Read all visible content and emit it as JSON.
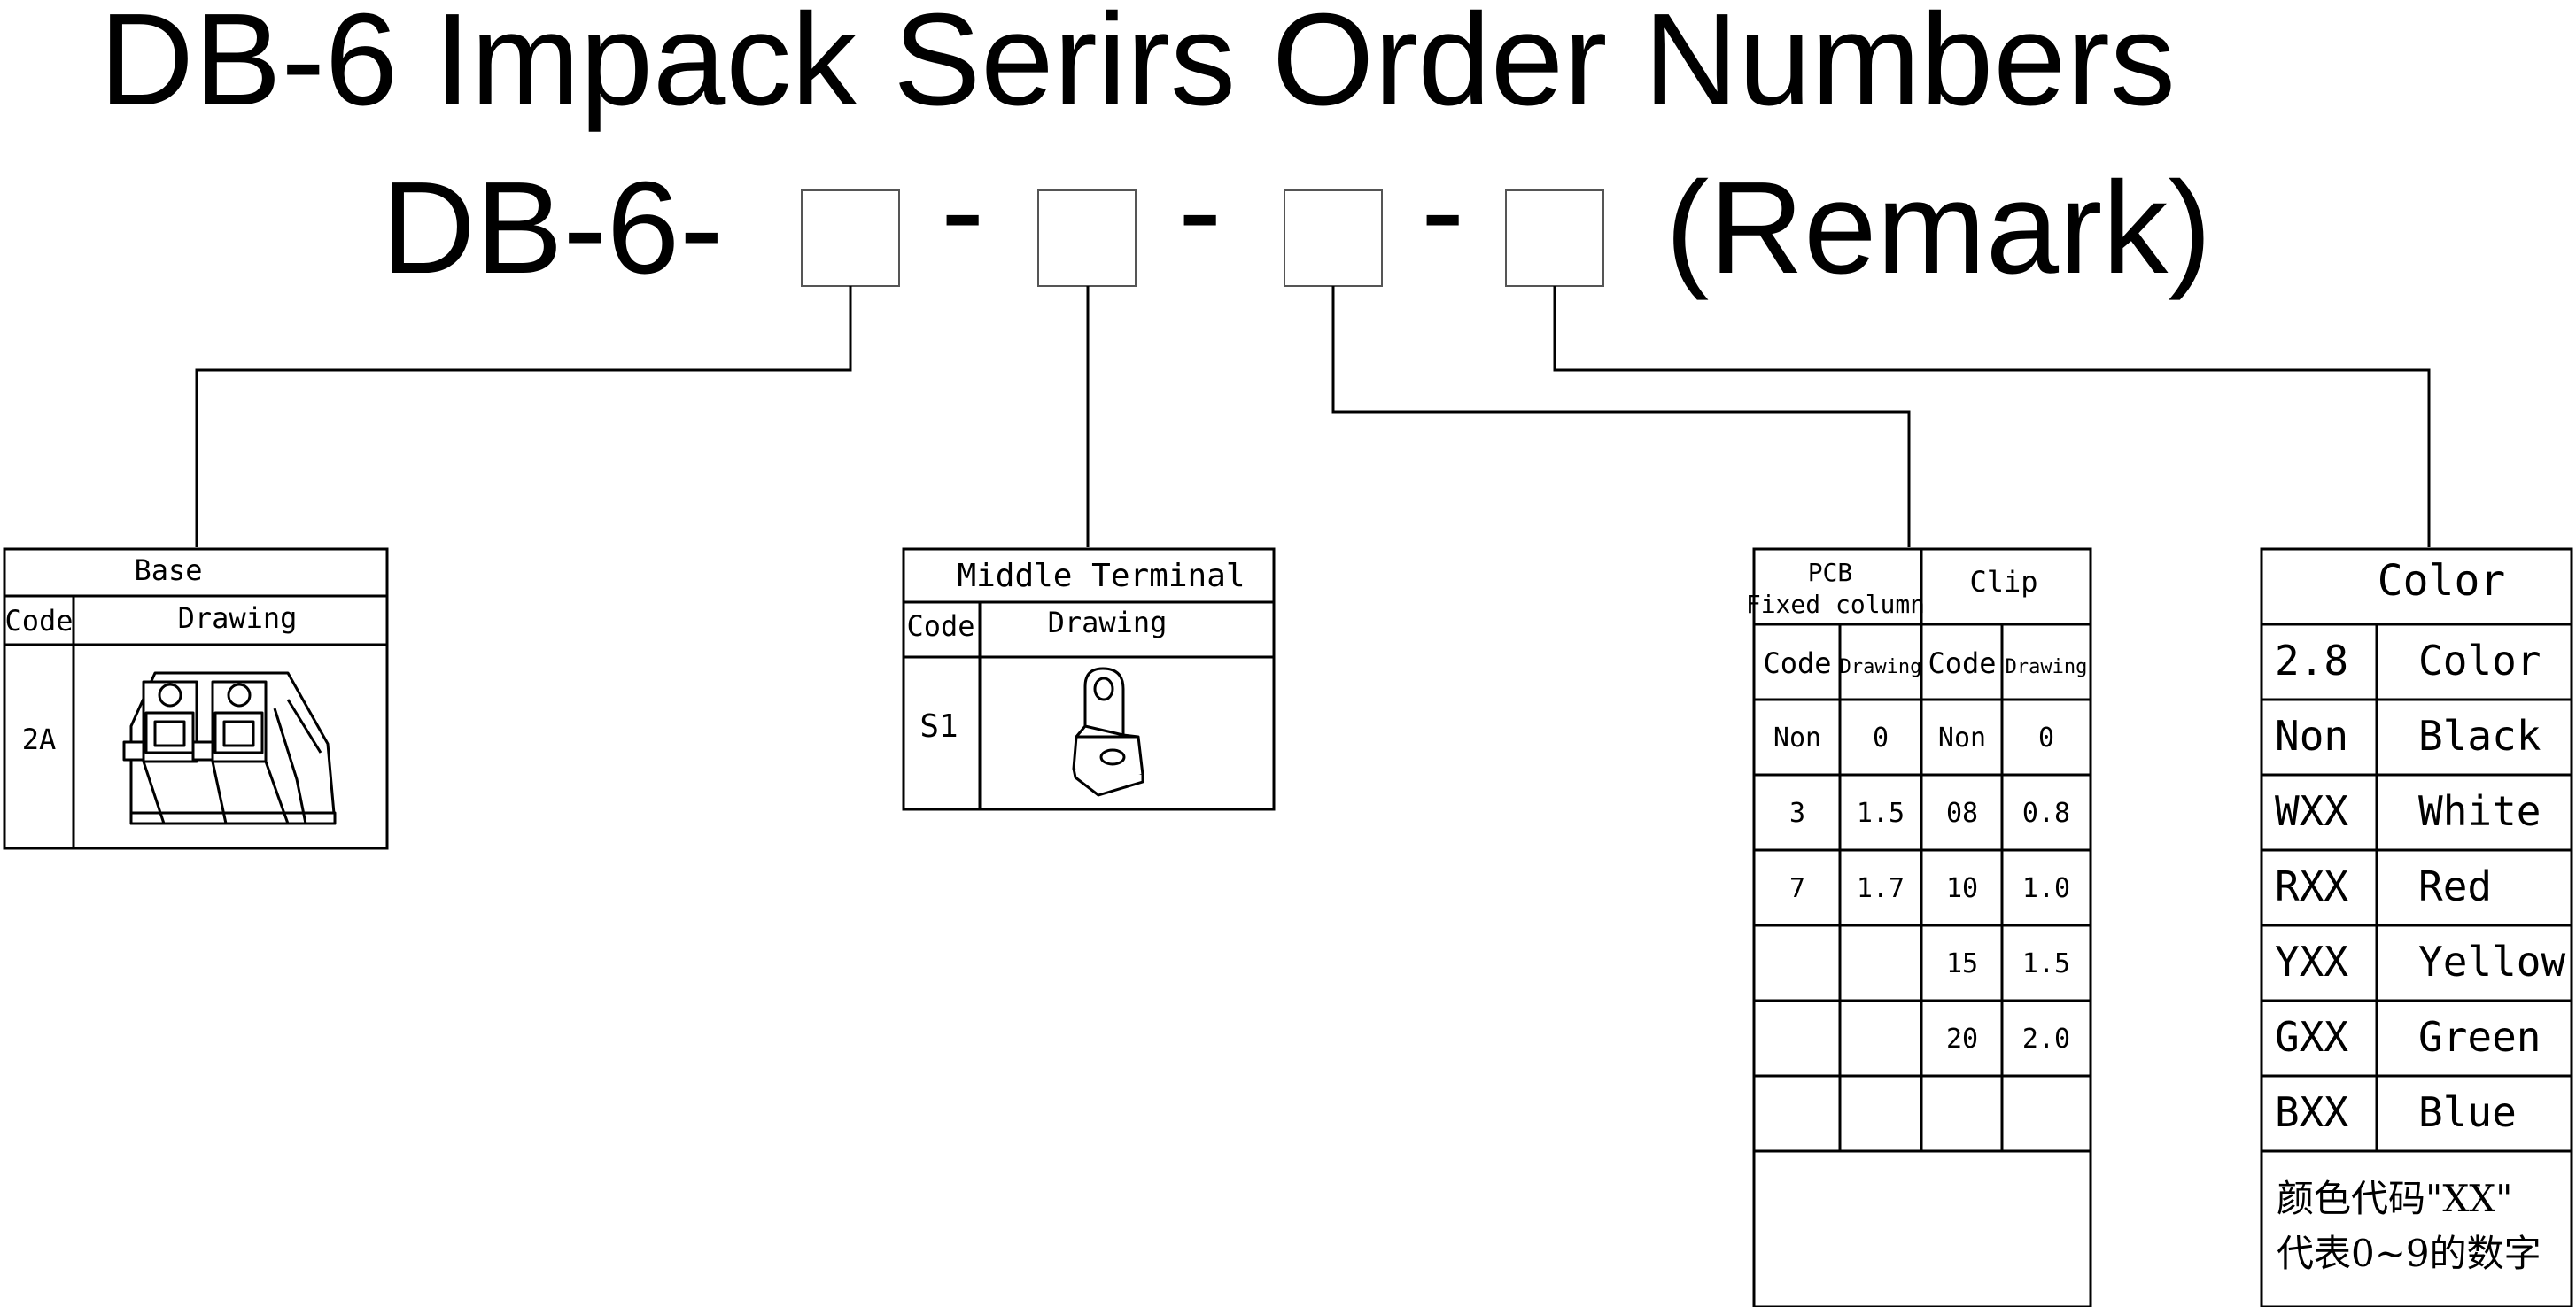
{
  "title": "DB-6 Impack Serirs Order Numbers",
  "order_code": {
    "prefix": "DB-6-",
    "separator": "-",
    "suffix": "(Remark)"
  },
  "base": {
    "header": "Base",
    "code_label": "Code",
    "drawing_label": "Drawing",
    "rows": [
      {
        "code": "2A",
        "drawing_icon": "base-terminal-block-icon"
      }
    ]
  },
  "middle_terminal": {
    "header": "Middle Terminal",
    "code_label": "Code",
    "drawing_label": "Drawing",
    "rows": [
      {
        "code": "S1",
        "drawing_icon": "terminal-lug-icon"
      }
    ]
  },
  "pcb_clip": {
    "pcb_header_line1": "PCB",
    "pcb_header_line2": "Fixed column",
    "clip_header": "Clip",
    "col_labels": [
      "Code",
      "Drawing",
      "Code",
      "Drawing"
    ],
    "rows": [
      [
        "Non",
        "0",
        "Non",
        "0"
      ],
      [
        "3",
        "1.5",
        "08",
        "0.8"
      ],
      [
        "7",
        "1.7",
        "10",
        "1.0"
      ],
      [
        "",
        "",
        "15",
        "1.5"
      ],
      [
        "",
        "",
        "20",
        "2.0"
      ],
      [
        "",
        "",
        "",
        ""
      ]
    ]
  },
  "color": {
    "header": "Color",
    "rows": [
      [
        "2.8",
        "Color"
      ],
      [
        "Non",
        "Black"
      ],
      [
        "WXX",
        "White"
      ],
      [
        "RXX",
        "Red"
      ],
      [
        "YXX",
        "Yellow"
      ],
      [
        "GXX",
        "Green"
      ],
      [
        "BXX",
        "Blue"
      ]
    ],
    "note_line1": "颜色代码\"XX\"",
    "note_line2": "代表0~9的数字"
  }
}
